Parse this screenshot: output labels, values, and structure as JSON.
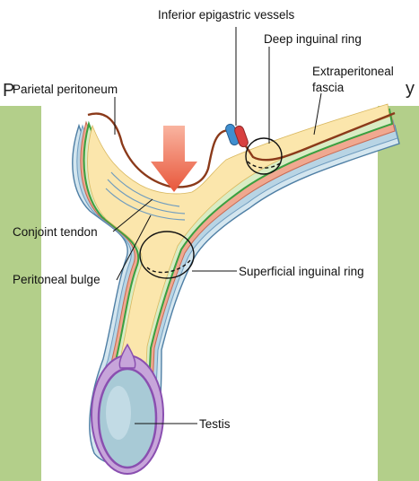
{
  "background_fragments": {
    "left": "P",
    "right": "y"
  },
  "colors": {
    "side_panels": "#b3cf8a",
    "peritoneum_line": "#8b3a1a",
    "green_fascia": "#3aa040",
    "muscle_pink": "#f0a890",
    "blue_layer": "#b8d4e4",
    "yellow_fill": "#fbe6ac",
    "arrow": "#e8563a",
    "artery": "#d84040",
    "vein": "#3f8fd0",
    "testis_purple": "#8a4fb0",
    "testis_fill": "#a8cad6"
  },
  "labels": {
    "inferior_epigastric_vessels": "Inferior epigastric vessels",
    "deep_inguinal_ring": "Deep inguinal ring",
    "extraperitoneal_fascia_line1": "Extraperitoneal",
    "extraperitoneal_fascia_line2": "fascia",
    "parietal_peritoneum": "Parietal peritoneum",
    "conjoint_tendon": "Conjoint tendon",
    "peritoneal_bulge": "Peritoneal bulge",
    "superficial_inguinal_ring": "Superficial inguinal ring",
    "testis": "Testis"
  }
}
